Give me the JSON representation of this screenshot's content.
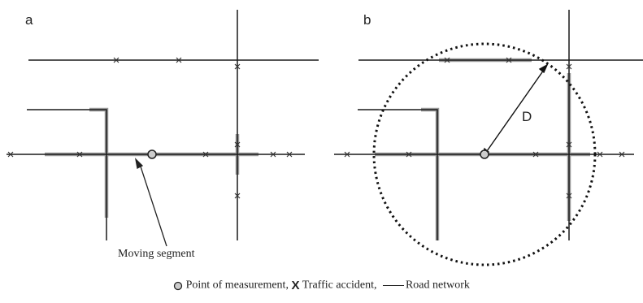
{
  "panels": {
    "a": {
      "label": "a",
      "annotation": "Moving segment"
    },
    "b": {
      "label": "b",
      "radius_label": "D"
    }
  },
  "legend": {
    "measurement_point": "Point of measurement,",
    "accident": "Traffic accident,",
    "road": "Road network"
  },
  "colors": {
    "road": "#1a1a1a",
    "segment": "#999999",
    "point": "#cccccc"
  },
  "icons": {
    "accident": "x-mark-icon",
    "measurement": "circle-point-icon"
  }
}
